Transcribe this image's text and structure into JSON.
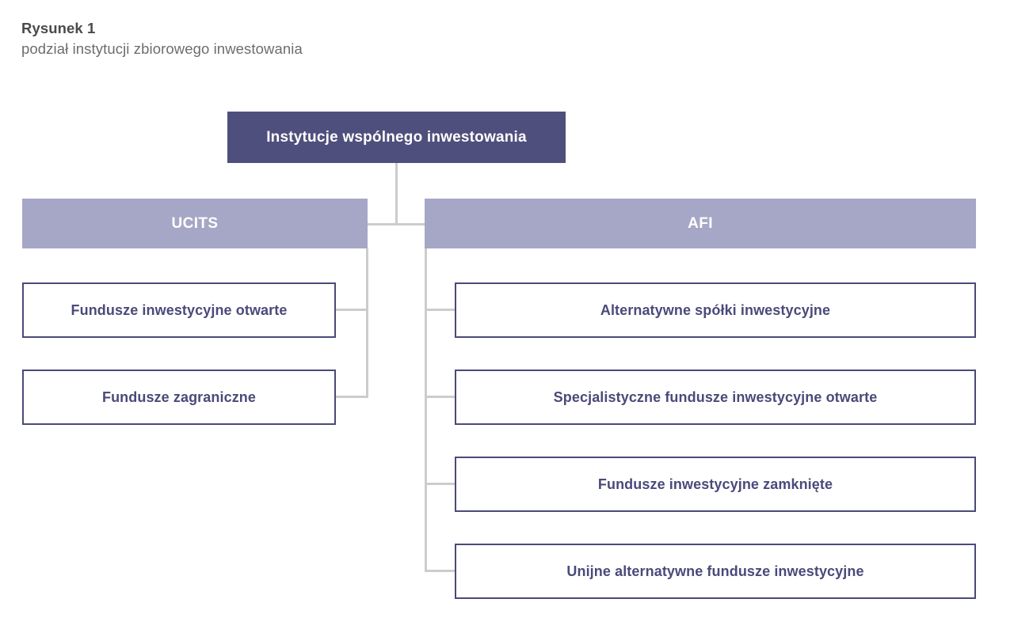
{
  "caption": {
    "title": "Rysunek 1",
    "subtitle": "podział instytucji zbiorowego inwestowania"
  },
  "colors": {
    "root_fill": "#4f4f7d",
    "category_fill": "#a6a6c6",
    "leaf_border": "#4a4a7a",
    "leaf_text": "#4a4a7a",
    "connector": "#cccccc",
    "title_text": "#4a4a4a",
    "subtitle_text": "#6d6d6d",
    "node_text_light": "#ffffff",
    "page_background": "#ffffff"
  },
  "chart_data": {
    "type": "diagram",
    "diagram_kind": "hierarchy-tree",
    "title": "Rysunek 1",
    "subtitle": "podział instytucji zbiorowego inwestowania",
    "orientation": "top-down",
    "root": {
      "label": "Instytucje wspólnego inwestowania",
      "style": "root"
    },
    "branches": [
      {
        "label": "UCITS",
        "style": "category",
        "side": "left",
        "children": [
          {
            "label": "Fundusze inwestycyjne otwarte",
            "style": "leaf"
          },
          {
            "label": "Fundusze zagraniczne",
            "style": "leaf"
          }
        ]
      },
      {
        "label": "AFI",
        "style": "category",
        "side": "right",
        "children": [
          {
            "label": "Alternatywne spółki inwestycyjne",
            "style": "leaf"
          },
          {
            "label": "Specjalistyczne fundusze inwestycyjne otwarte",
            "style": "leaf"
          },
          {
            "label": "Fundusze inwestycyjne zamknięte",
            "style": "leaf"
          },
          {
            "label": "Unijne alternatywne fundusze inwestycyjne",
            "style": "leaf"
          }
        ]
      }
    ]
  }
}
